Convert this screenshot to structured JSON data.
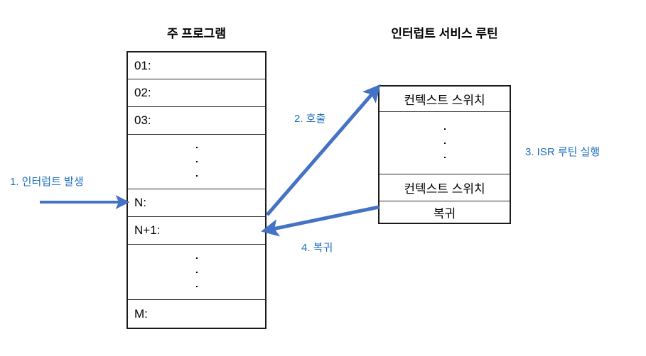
{
  "diagram": {
    "kind": "interrupt-service-routine-flow",
    "colors": {
      "arrow_blue": "#4472C4",
      "label_blue": "#1F6FBF",
      "box_border": "#1A1A1A",
      "background": "#FFFFFF"
    }
  },
  "main_program": {
    "title": "주 프로그램",
    "rows": [
      {
        "label": "01:",
        "type": "line"
      },
      {
        "label": "02:",
        "type": "line"
      },
      {
        "label": "03:",
        "type": "line"
      },
      {
        "label": "",
        "type": "ellipsis",
        "dots": 3
      },
      {
        "label": "N:",
        "type": "line"
      },
      {
        "label": "N+1:",
        "type": "line"
      },
      {
        "label": "",
        "type": "ellipsis",
        "dots": 3
      },
      {
        "label": "M:",
        "type": "line"
      }
    ]
  },
  "interrupt_service_routine": {
    "title": "인터럽트 서비스 루틴",
    "rows": [
      {
        "label": "컨텍스트 스위치",
        "type": "line"
      },
      {
        "label": "",
        "type": "ellipsis",
        "dots": 3
      },
      {
        "label": "컨텍스트 스위치",
        "type": "line"
      },
      {
        "label": "복귀",
        "type": "line"
      }
    ]
  },
  "annotations": [
    {
      "id": "step-1",
      "text": "1. 인터럽트 발생"
    },
    {
      "id": "step-2",
      "text": "2. 호출"
    },
    {
      "id": "step-3",
      "text": "3. ISR 루틴 실행"
    },
    {
      "id": "step-4",
      "text": "4. 복귀"
    }
  ],
  "arrows": [
    {
      "id": "arrow-interrupt",
      "from": "external-left",
      "to": "main-program-row-N"
    },
    {
      "id": "arrow-call",
      "from": "main-program-row-N",
      "to": "isr-first-row"
    },
    {
      "id": "arrow-return",
      "from": "isr-return-row",
      "to": "main-program-row-N1"
    }
  ]
}
